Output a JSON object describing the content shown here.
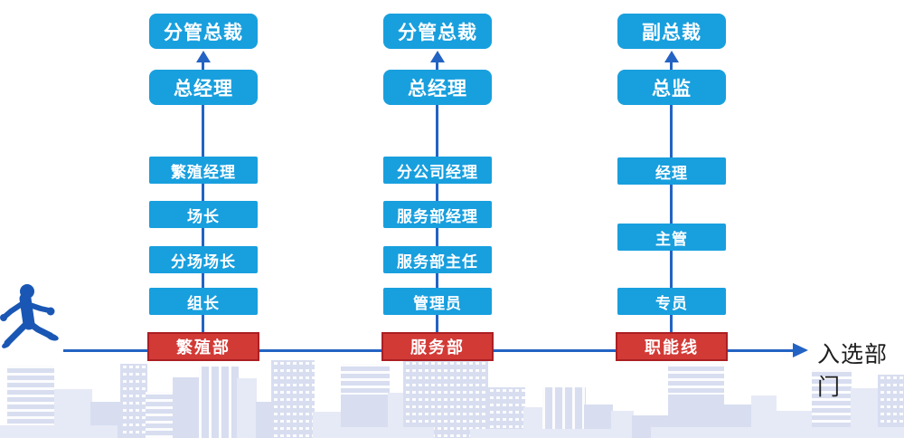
{
  "tracks": [
    {
      "name": "breeding-line",
      "levels": [
        "分管总裁",
        "总经理",
        "繁殖经理",
        "场长",
        "分场场长",
        "组长"
      ],
      "department": "繁殖部"
    },
    {
      "name": "service-line",
      "levels": [
        "分管总裁",
        "总经理",
        "分公司经理",
        "服务部经理",
        "服务部主任",
        "管理员"
      ],
      "department": "服务部"
    },
    {
      "name": "functional-line",
      "levels": [
        "副总裁",
        "总监",
        "经理",
        "主管",
        "专员"
      ],
      "department": "职能线"
    }
  ],
  "axis": {
    "end_label": "入选部门"
  },
  "icons": {
    "person": "walking-person-icon"
  },
  "colors": {
    "box_blue": "#189fde",
    "connector_blue": "#2363c3",
    "dept_red": "#d23a36",
    "dept_red_border": "#ab1f23",
    "text_on_box": "#ffffff",
    "axis_label_text": "#1f1f1f",
    "skyline": "#d8def0",
    "person_blue": "#1a57b4"
  }
}
